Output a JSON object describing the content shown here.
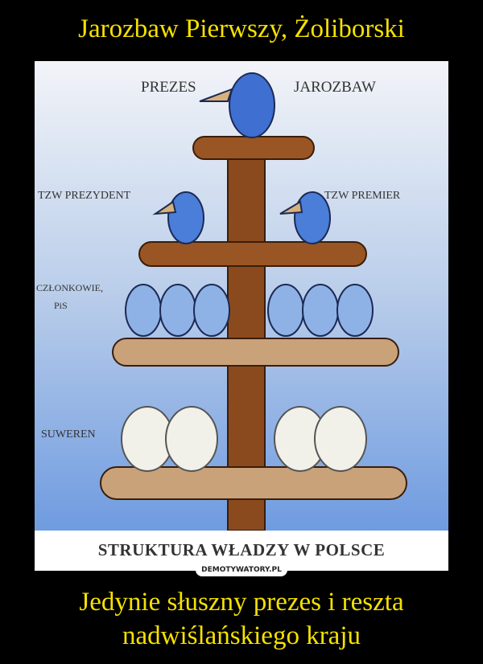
{
  "title": "Jarozbaw Pierwszy, Żoliborski",
  "image": {
    "labels": {
      "prezes": "PREZES",
      "jarozbaw": "JAROZBAW",
      "prezydent": "TZW PREZYDENT",
      "premier": "TZW PREMIER",
      "czlonkowie_1": "CZŁONKOWIE,",
      "czlonkowie_2": "PiS",
      "suweren": "SUWEREN"
    },
    "caption": "STRUKTURA WŁADZY W POLSCE"
  },
  "watermark": "DEMOTYWATORY.PL",
  "subtitle_line1": "Jedynie słuszny prezes i reszta",
  "subtitle_line2": "nadwiślańskiego kraju"
}
